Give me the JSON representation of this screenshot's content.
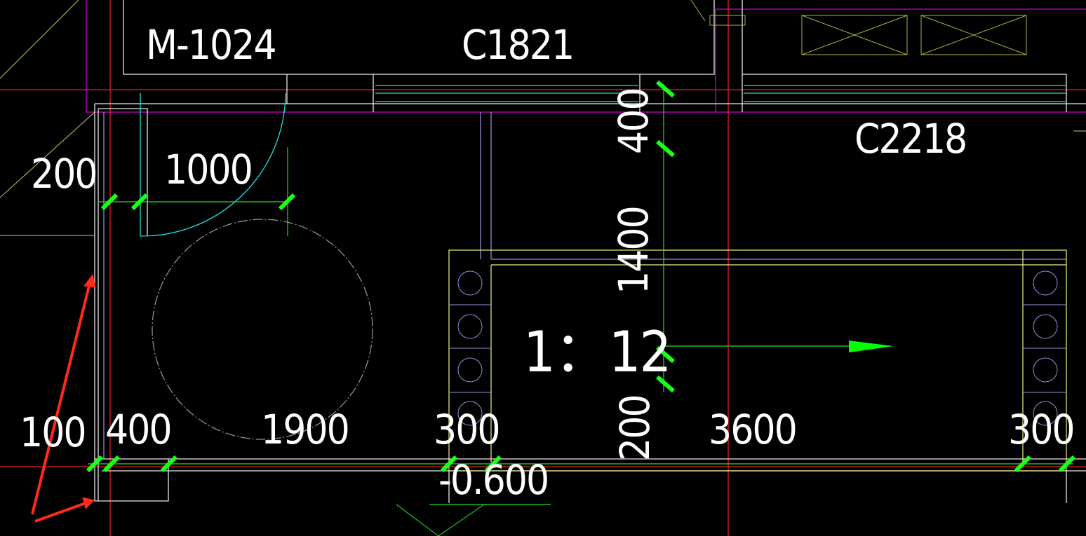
{
  "labels": {
    "door_tag": "M-1024",
    "window_tag_top": "C1821",
    "window_tag_right": "C2218",
    "ramp_ratio": "1：12",
    "elevation": "-0.600"
  },
  "dimensions": {
    "top_left_1": "200",
    "top_left_2": "1000",
    "vertical_1": "400",
    "vertical_2": "1400",
    "vertical_3": "200",
    "bottom_1": "100",
    "bottom_2": "400",
    "bottom_3": "1900",
    "bottom_4": "300",
    "bottom_5": "3600",
    "bottom_6": "300"
  },
  "colors": {
    "background": "#000000",
    "wall": "#ffffff",
    "axis": "#ff2020",
    "dimension": "#00ff00",
    "tick": "#19ff19",
    "window": "#00ffff",
    "boundary": "#ff00ff",
    "ramp": "#ffff80",
    "annotation_arrow": "#ff2a1a"
  }
}
